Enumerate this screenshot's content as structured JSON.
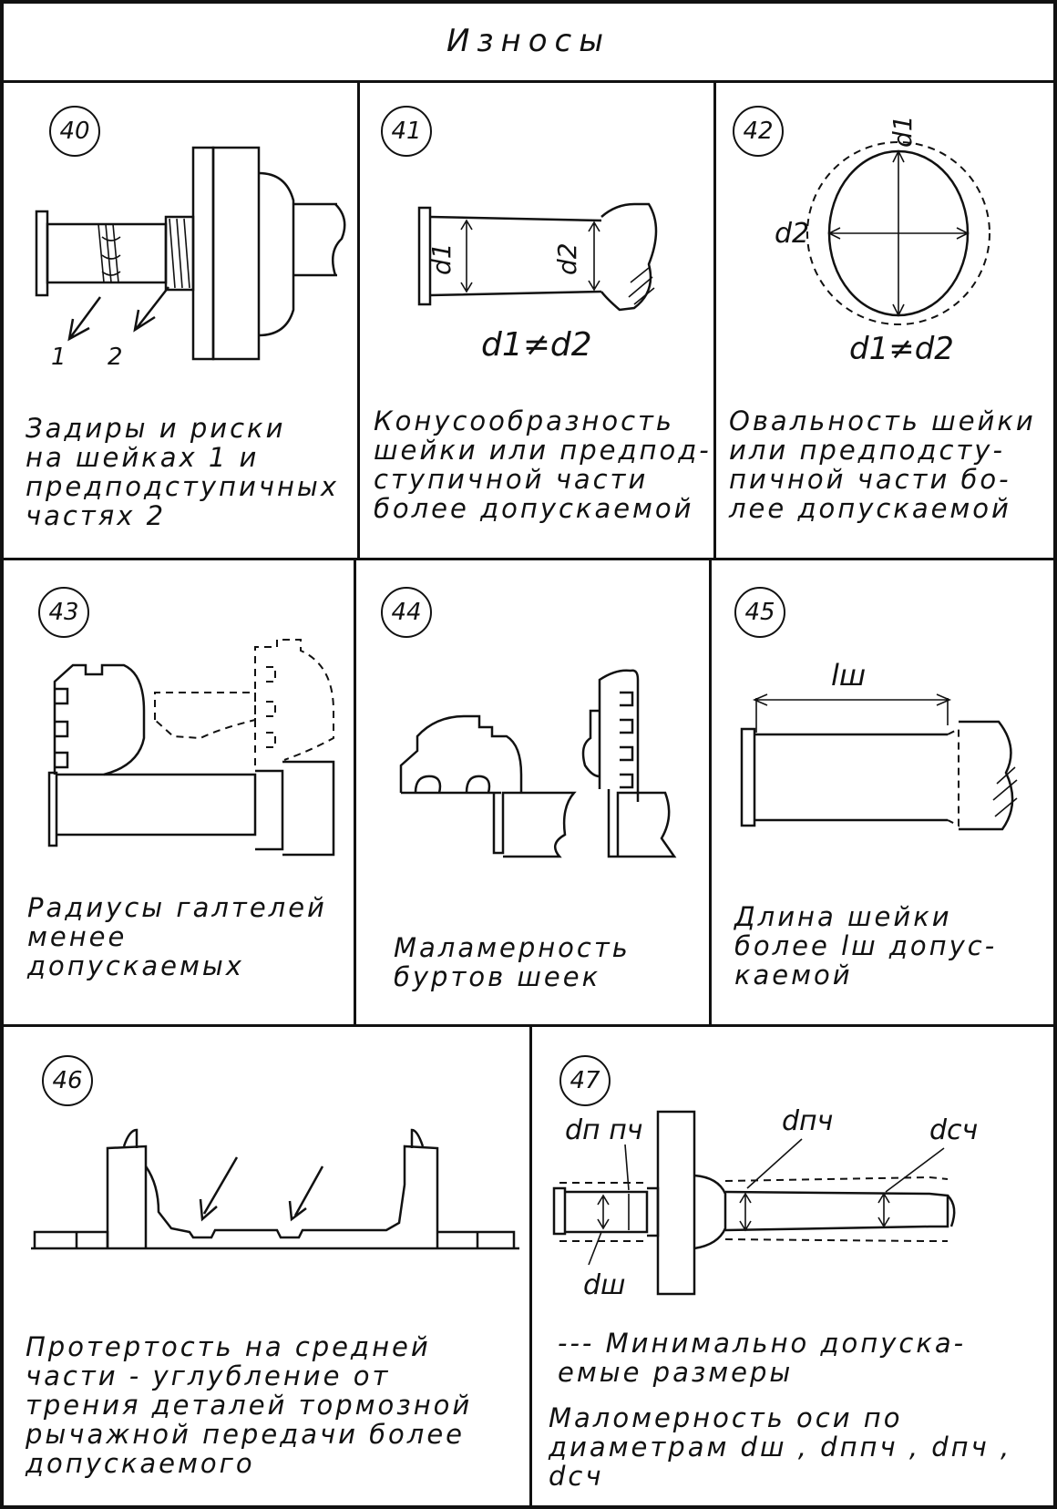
{
  "title": "Износы",
  "cells": [
    {
      "number": "40",
      "caption": "Задиры  и риски\nна шейках 1 и\nпредподступичных\nчастях 2",
      "labels": {
        "l1": "1",
        "l2": "2"
      }
    },
    {
      "number": "41",
      "caption": "Конусообразность\nшейки или предпод-\nступичной  части\nболее  допускаемой",
      "labels": {
        "d1": "d1",
        "d2": "d2",
        "formula": "d1≠d2"
      }
    },
    {
      "number": "42",
      "caption": "Овальность шейки\nили  предподсту-\nпичной части бо-\nлее допускаемой",
      "labels": {
        "d1": "d1",
        "d2": "d2",
        "formula": "d1≠d2"
      }
    },
    {
      "number": "43",
      "caption": "Радиусы галтелей\nменее  допускаемых"
    },
    {
      "number": "44",
      "caption": "Маламерность\nбуртов  шеек"
    },
    {
      "number": "45",
      "caption": "Длина шейки\nболее lш допус-\nкаемой",
      "labels": {
        "lw": "lш"
      }
    },
    {
      "number": "46",
      "caption": "Протертость на средней\nчасти - углубление от\nтрения  деталей тормозной\nрычажной передачи более\nдопускаемого"
    },
    {
      "number": "47",
      "legend": "--- Минимально допуска-\nемые размеры",
      "caption": "Маломерность оси по\nдиаметрам dш , dппч , dпч , dсч",
      "labels": {
        "dppch": "dп пч",
        "dpch": "dпч",
        "dsch": "dсч",
        "dw": "dш"
      }
    }
  ]
}
